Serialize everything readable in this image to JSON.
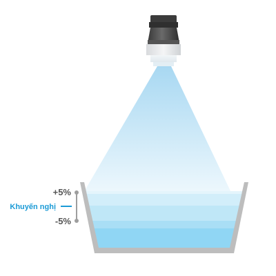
{
  "diagram": {
    "sensor": {
      "brand_text": "",
      "icon": "ultrasonic-sensor-icon"
    },
    "labels": {
      "upper_tolerance": "+5%",
      "recommended": "Khuyến nghị",
      "lower_tolerance": "-5%"
    },
    "colors": {
      "accent": "#1a9ad6",
      "beam_top": "#a8d8f2",
      "beam_bottom": "#e9f6fc",
      "liquid_upper": "#dcf2fb",
      "liquid_middle": "#bfe7f7",
      "liquid_lower": "#a6ddf5",
      "liquid_bottom": "#8fd6f4",
      "tank_wall": "#bdbdbd",
      "marker": "#9e9e9e",
      "sensor_body": "#4a4a4a",
      "label_dark": "#555555"
    }
  }
}
